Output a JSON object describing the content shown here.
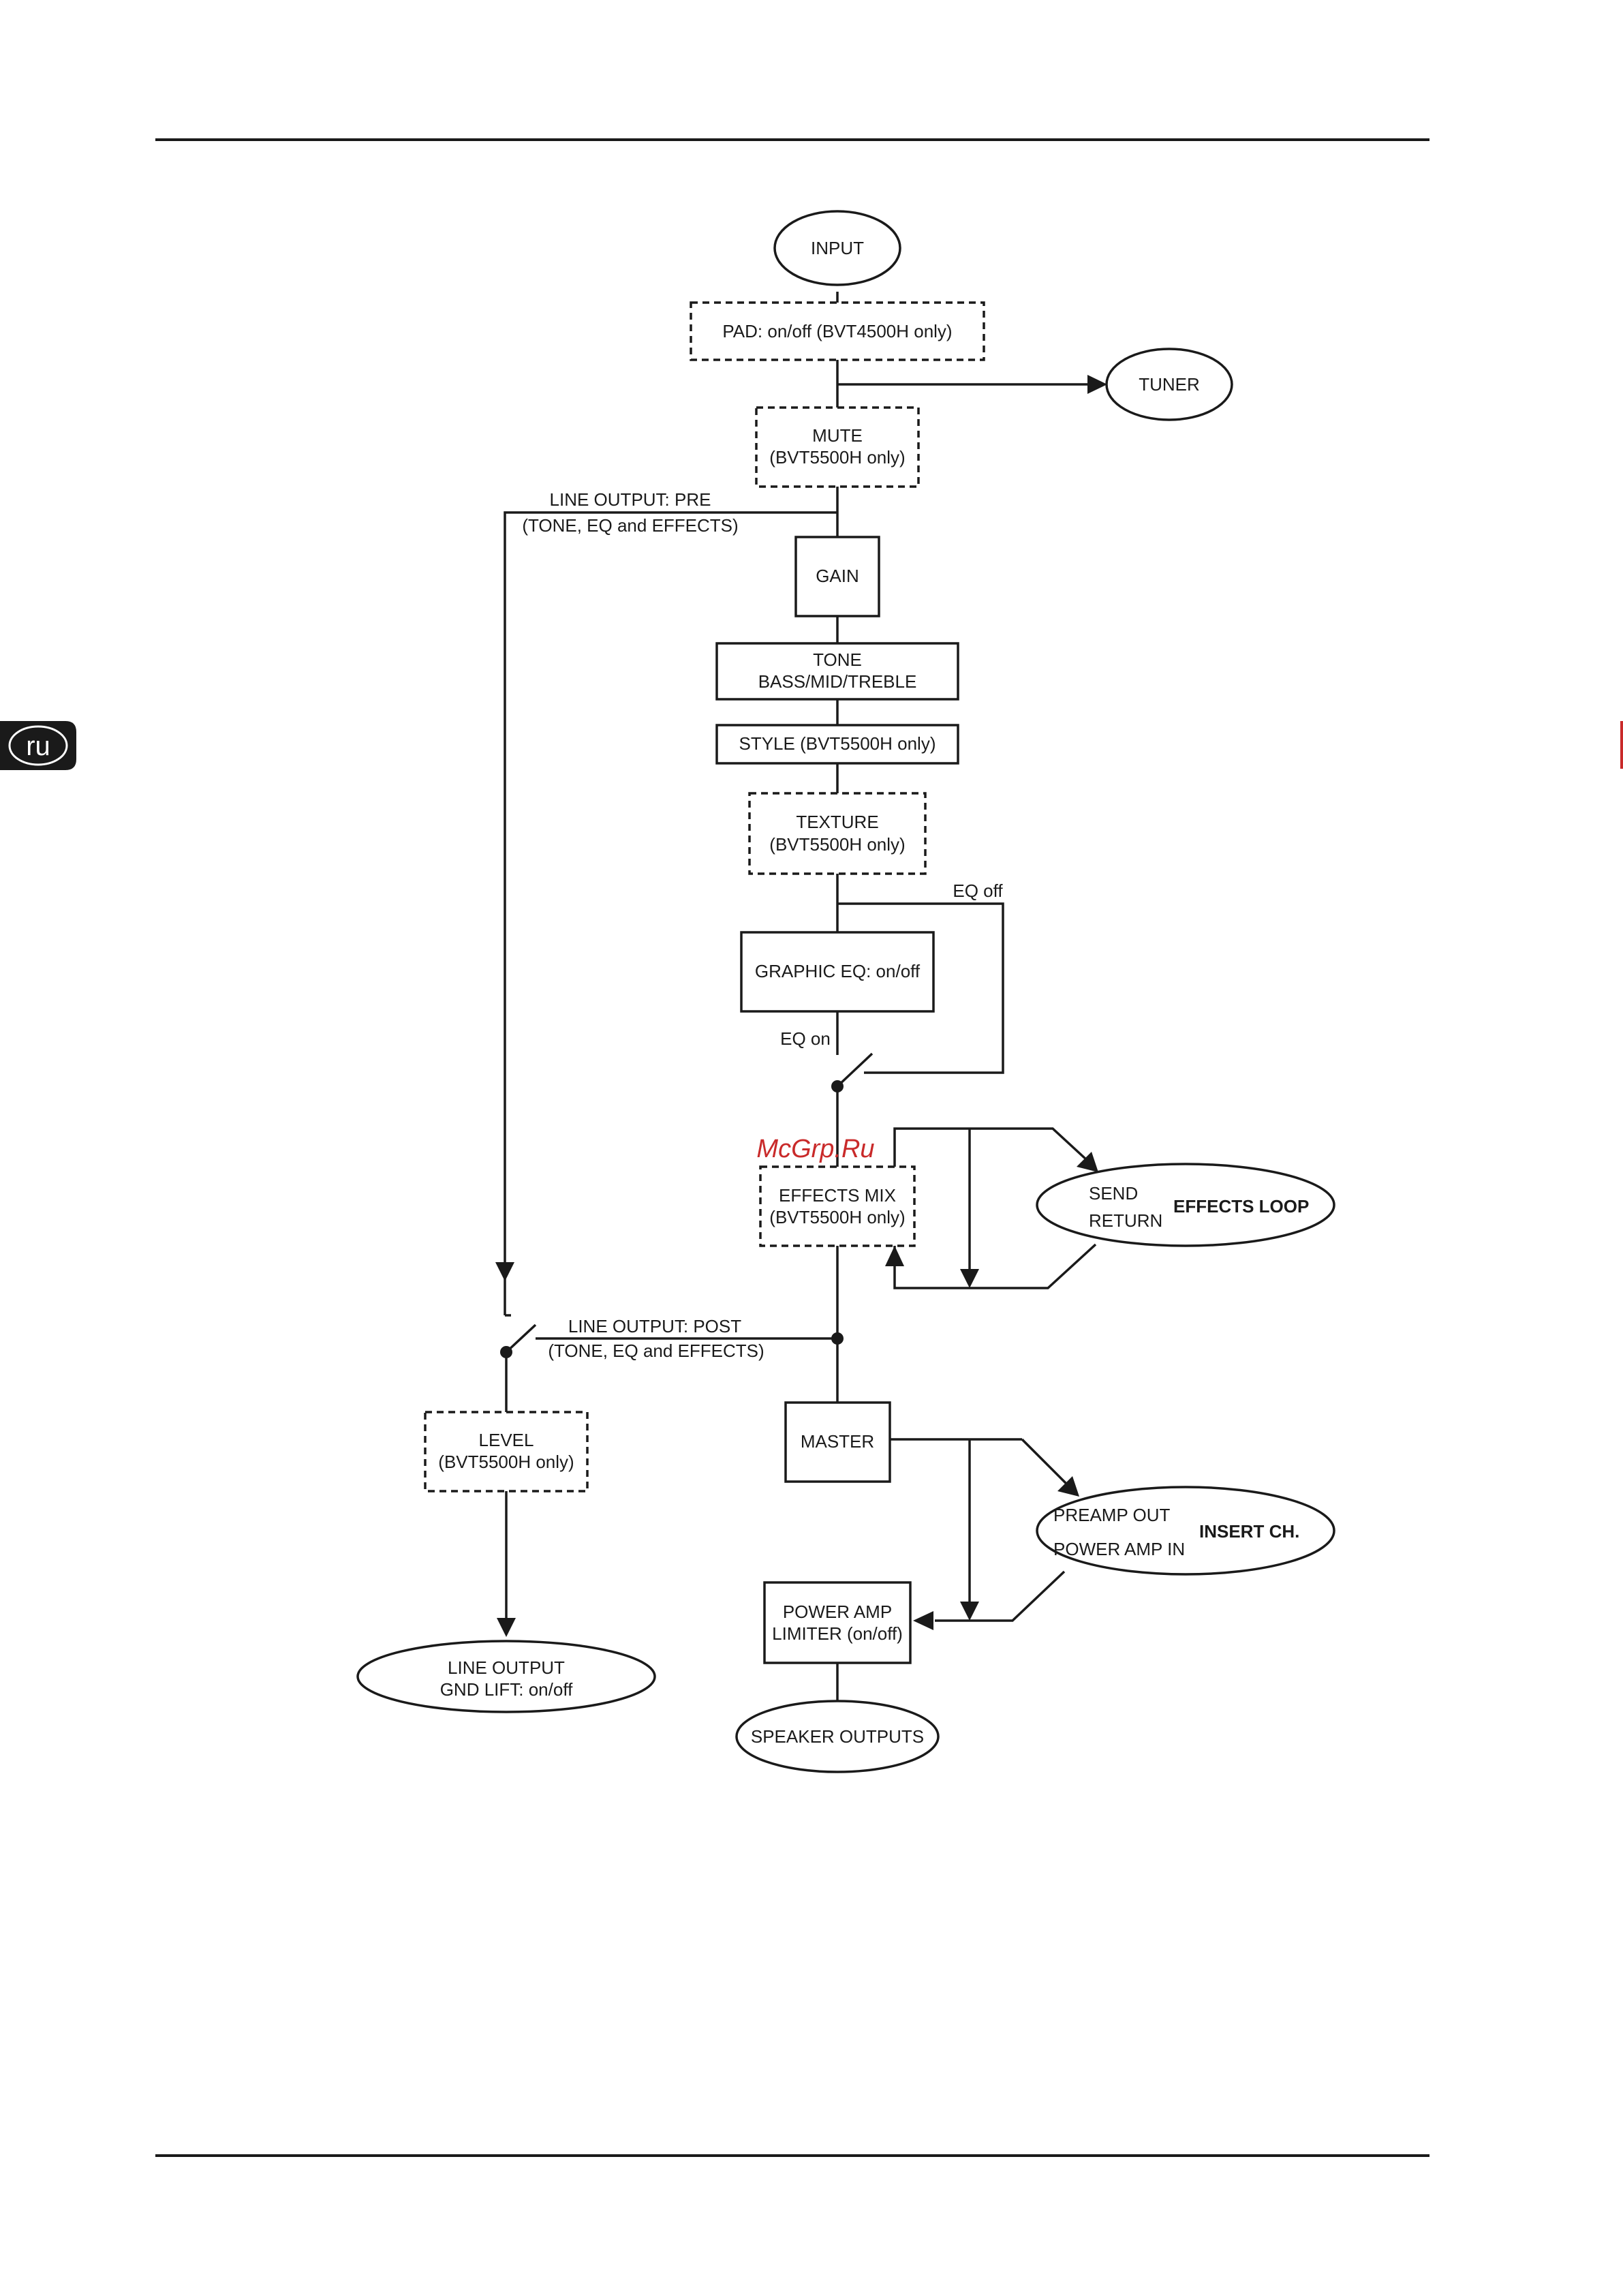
{
  "language_tab": "ru",
  "watermark": "McGrp.Ru",
  "nodes": {
    "input": "INPUT",
    "pad": "PAD: on/off (BVT4500H only)",
    "tuner": "TUNER",
    "mute": [
      "MUTE",
      "(BVT5500H only)"
    ],
    "line_output_pre": [
      "LINE OUTPUT: PRE",
      "(TONE, EQ and EFFECTS)"
    ],
    "gain": "GAIN",
    "tone": [
      "TONE",
      "BASS/MID/TREBLE"
    ],
    "style": "STYLE (BVT5500H only)",
    "texture": [
      "TEXTURE",
      "(BVT5500H only)"
    ],
    "eq_off": "EQ off",
    "graphic_eq": "GRAPHIC EQ: on/off",
    "eq_on": "EQ on",
    "effects_mix": [
      "EFFECTS MIX",
      "(BVT5500H only)"
    ],
    "effects_loop": {
      "send": "SEND",
      "return": "RETURN",
      "title": "EFFECTS LOOP"
    },
    "line_output_post": [
      "LINE OUTPUT: POST",
      "(TONE, EQ and EFFECTS)"
    ],
    "level": [
      "LEVEL",
      "(BVT5500H only)"
    ],
    "master": "MASTER",
    "insert_ch": {
      "preamp_out": "PREAMP OUT",
      "power_amp_in": "POWER AMP IN",
      "title": "INSERT CH."
    },
    "power_amp_limiter": [
      "POWER AMP",
      "LIMITER (on/off)"
    ],
    "line_output": [
      "LINE OUTPUT",
      "GND LIFT: on/off"
    ],
    "speaker_outputs": "SPEAKER OUTPUTS"
  }
}
